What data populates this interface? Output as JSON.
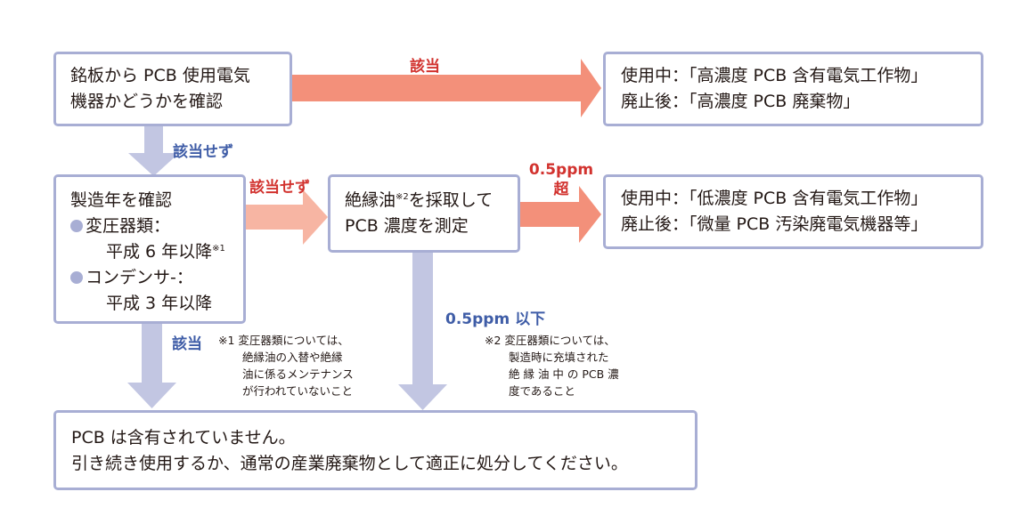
{
  "box_check_nameplate": {
    "line1": "銘板から PCB 使用電気",
    "line2": "機器かどうかを確認"
  },
  "box_high_concentration": {
    "line1": "使用中：「高濃度 PCB 含有電気工作物」",
    "line2": "廃止後：「高濃度 PCB 廃棄物」"
  },
  "box_manufacture_year": {
    "title": "製造年を確認",
    "item1_label": "変圧器類：",
    "item1_value": "平成 6 年以降",
    "item1_sup": "※1",
    "item2_label": "コンデンサ-：",
    "item2_value": "平成 3 年以降"
  },
  "box_sample_oil": {
    "line1_pre": "絶縁油",
    "line1_sup": "※2",
    "line1_post": "を採取して",
    "line2": "PCB 濃度を測定"
  },
  "box_low_concentration": {
    "line1": "使用中：「低濃度 PCB 含有電気工作物」",
    "line2": "廃止後：「微量 PCB 汚染廃電気機器等」"
  },
  "box_no_pcb": {
    "line1": "PCB は含有されていません。",
    "line2": "引き続き使用するか、通常の産業廃棄物として適正に処分してください。"
  },
  "labels": {
    "applicable_top": "該当",
    "not_applicable_down": "該当せず",
    "not_applicable_right": "該当せず",
    "over_line1": "0.5ppm",
    "over_line2": "超",
    "under": "0.5ppm 以下",
    "applicable_down": "該当"
  },
  "notes": {
    "note1": [
      "※1 変圧器類については、",
      "絶縁油の入替や絶縁",
      "油に係るメンテナンス",
      "が行われていないこと"
    ],
    "note2": [
      "※2 変圧器類については、",
      "製造時に充填された",
      "絶 縁 油 中 の PCB 濃",
      "度であること"
    ]
  },
  "colors": {
    "box_border": "#a8aed4",
    "arrow_blue": "#c2c6e2",
    "arrow_salmon": "#f3907a",
    "arrow_light_salmon": "#f7b5a3",
    "label_blue": "#3f5da7",
    "label_red": "#d2322e"
  }
}
